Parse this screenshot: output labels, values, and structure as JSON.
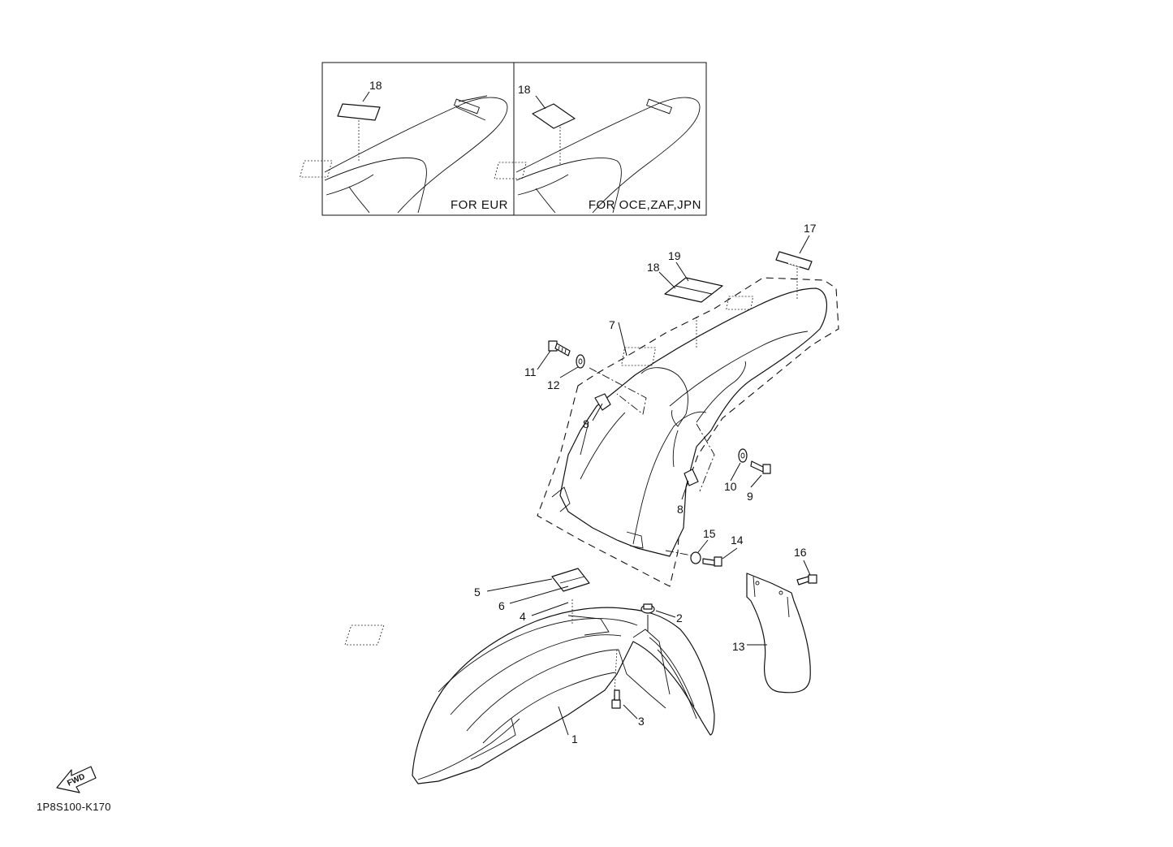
{
  "inset": {
    "left_caption": "FOR EUR",
    "right_caption": "FOR OCE,ZAF,JPN",
    "left_callout": "18",
    "right_callout": "18"
  },
  "callouts": {
    "p1": "1",
    "p2": "2",
    "p3": "3",
    "p4": "4",
    "p5": "5",
    "p6": "6",
    "p7": "7",
    "p8a": "8",
    "p8b": "8",
    "p9": "9",
    "p10": "10",
    "p11": "11",
    "p12": "12",
    "p13": "13",
    "p14": "14",
    "p15": "15",
    "p16": "16",
    "p17": "17",
    "p18": "18",
    "p19": "19"
  },
  "fwd_label": "FWD",
  "part_code": "1P8S100-K170"
}
